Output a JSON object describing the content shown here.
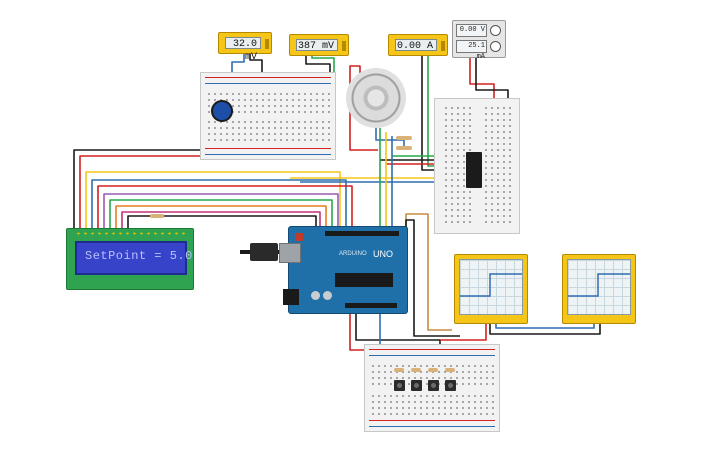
{
  "meters": {
    "m1": {
      "reading": "32.0 mV"
    },
    "m2": {
      "reading": "387 mV"
    },
    "m3": {
      "reading": "0.00 A"
    }
  },
  "power_supply": {
    "voltage": "0.00 V",
    "current": "25.1 mA"
  },
  "lcd": {
    "text": "SetPoint = 5.0"
  },
  "arduino": {
    "brand": "ARDUINO",
    "model": "UNO"
  },
  "colors": {
    "breadboard": "#f2f2f2",
    "meter": "#f5c518",
    "arduino": "#1f6fa8",
    "lcd_screen": "#3743c9",
    "trace": "#2f6db0"
  }
}
